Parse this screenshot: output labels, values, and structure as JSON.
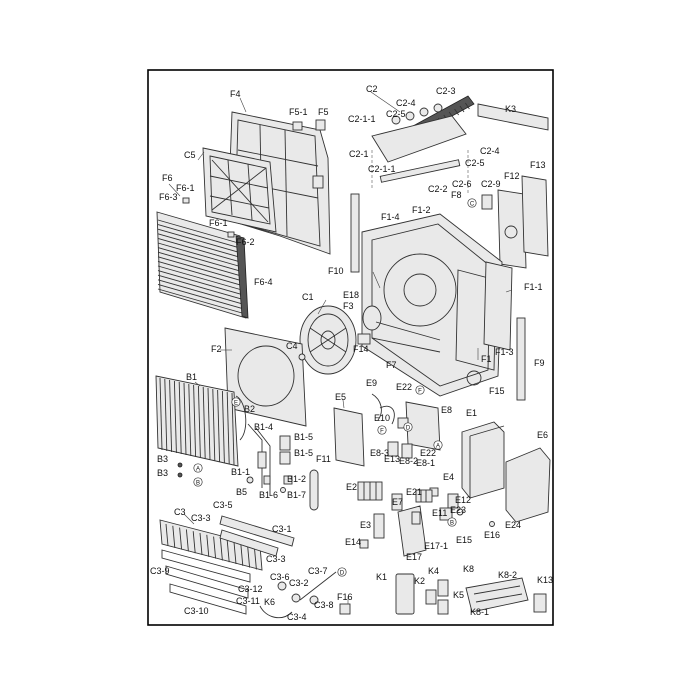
{
  "labels": [
    {
      "id": "F4",
      "text": "F4"
    },
    {
      "id": "F5-1",
      "text": "F5-1"
    },
    {
      "id": "F5",
      "text": "F5"
    },
    {
      "id": "C2",
      "text": "C2"
    },
    {
      "id": "C2-3",
      "text": "C2-3"
    },
    {
      "id": "C2-4a",
      "text": "C2-4"
    },
    {
      "id": "K3",
      "text": "K3"
    },
    {
      "id": "C2-1-1a",
      "text": "C2-1-1"
    },
    {
      "id": "C2-5a",
      "text": "C2-5"
    },
    {
      "id": "C2-4b",
      "text": "C2-4"
    },
    {
      "id": "C2-5b",
      "text": "C2-5"
    },
    {
      "id": "C2-1",
      "text": "C2-1"
    },
    {
      "id": "C2-1-1b",
      "text": "C2-1-1"
    },
    {
      "id": "C2-6",
      "text": "C2-6"
    },
    {
      "id": "F8",
      "text": "F8"
    },
    {
      "id": "C2-2",
      "text": "C2-2"
    },
    {
      "id": "C2-9",
      "text": "C2-9"
    },
    {
      "id": "F12",
      "text": "F12"
    },
    {
      "id": "F13",
      "text": "F13"
    },
    {
      "id": "C5",
      "text": "C5"
    },
    {
      "id": "F6",
      "text": "F6"
    },
    {
      "id": "F6-1a",
      "text": "F6-1"
    },
    {
      "id": "F6-3",
      "text": "F6-3"
    },
    {
      "id": "F6-1b",
      "text": "F6-1"
    },
    {
      "id": "F6-2",
      "text": "F6-2"
    },
    {
      "id": "F6-4",
      "text": "F6-4"
    },
    {
      "id": "F1-4",
      "text": "F1-4"
    },
    {
      "id": "F1-2",
      "text": "F1-2"
    },
    {
      "id": "F10",
      "text": "F10"
    },
    {
      "id": "F1-1",
      "text": "F1-1"
    },
    {
      "id": "E18",
      "text": "E18"
    },
    {
      "id": "F3",
      "text": "F3"
    },
    {
      "id": "C1",
      "text": "C1"
    },
    {
      "id": "F14",
      "text": "F14"
    },
    {
      "id": "F7",
      "text": "F7"
    },
    {
      "id": "F1",
      "text": "F1"
    },
    {
      "id": "F1-3",
      "text": "F1-3"
    },
    {
      "id": "F9",
      "text": "F9"
    },
    {
      "id": "F15",
      "text": "F15"
    },
    {
      "id": "F2",
      "text": "F2"
    },
    {
      "id": "C4",
      "text": "C4"
    },
    {
      "id": "B1",
      "text": "B1"
    },
    {
      "id": "B2",
      "text": "B2"
    },
    {
      "id": "E9",
      "text": "E9"
    },
    {
      "id": "E22a",
      "text": "E22"
    },
    {
      "id": "E5",
      "text": "E5"
    },
    {
      "id": "E8",
      "text": "E8"
    },
    {
      "id": "E1",
      "text": "E1"
    },
    {
      "id": "E10",
      "text": "E10"
    },
    {
      "id": "E6",
      "text": "E6"
    },
    {
      "id": "B1-4",
      "text": "B1-4"
    },
    {
      "id": "B1-5a",
      "text": "B1-5"
    },
    {
      "id": "B1-5b",
      "text": "B1-5"
    },
    {
      "id": "E8-3",
      "text": "E8-3"
    },
    {
      "id": "E8-2",
      "text": "E8-2"
    },
    {
      "id": "E22b",
      "text": "E22"
    },
    {
      "id": "E13",
      "text": "E13"
    },
    {
      "id": "E8-1",
      "text": "E8-1"
    },
    {
      "id": "B3a",
      "text": "B3"
    },
    {
      "id": "B3b",
      "text": "B3"
    },
    {
      "id": "F11",
      "text": "F11"
    },
    {
      "id": "B1-1",
      "text": "B1-1"
    },
    {
      "id": "B1-2",
      "text": "B1-2"
    },
    {
      "id": "E4",
      "text": "E4"
    },
    {
      "id": "B5",
      "text": "B5"
    },
    {
      "id": "B1-6",
      "text": "B1-6"
    },
    {
      "id": "B1-7",
      "text": "B1-7"
    },
    {
      "id": "E2",
      "text": "E2"
    },
    {
      "id": "E21",
      "text": "E21"
    },
    {
      "id": "E7",
      "text": "E7"
    },
    {
      "id": "E12",
      "text": "E12"
    },
    {
      "id": "C3",
      "text": "C3"
    },
    {
      "id": "C3-5",
      "text": "C3-5"
    },
    {
      "id": "C3-3a",
      "text": "C3-3"
    },
    {
      "id": "C3-1",
      "text": "C3-1"
    },
    {
      "id": "E23",
      "text": "E23"
    },
    {
      "id": "E11",
      "text": "E11"
    },
    {
      "id": "E3",
      "text": "E3"
    },
    {
      "id": "E24",
      "text": "E24"
    },
    {
      "id": "C3-3b",
      "text": "C3-3"
    },
    {
      "id": "E16",
      "text": "E16"
    },
    {
      "id": "E15",
      "text": "E15"
    },
    {
      "id": "E14",
      "text": "E14"
    },
    {
      "id": "E17-1",
      "text": "E17-1"
    },
    {
      "id": "E17",
      "text": "E17"
    },
    {
      "id": "C3-9",
      "text": "C3-9"
    },
    {
      "id": "C3-6",
      "text": "C3-6"
    },
    {
      "id": "C3-7",
      "text": "C3-7"
    },
    {
      "id": "K1",
      "text": "K1"
    },
    {
      "id": "K4",
      "text": "K4"
    },
    {
      "id": "K8",
      "text": "K8"
    },
    {
      "id": "K8-2",
      "text": "K8-2"
    },
    {
      "id": "K13",
      "text": "K13"
    },
    {
      "id": "C3-2",
      "text": "C3-2"
    },
    {
      "id": "C3-12",
      "text": "C3-12"
    },
    {
      "id": "C3-11",
      "text": "C3-11"
    },
    {
      "id": "K2",
      "text": "K2"
    },
    {
      "id": "K5",
      "text": "K5"
    },
    {
      "id": "F16",
      "text": "F16"
    },
    {
      "id": "C3-8",
      "text": "C3-8"
    },
    {
      "id": "K6",
      "text": "K6"
    },
    {
      "id": "C3-10",
      "text": "C3-10"
    },
    {
      "id": "C3-4",
      "text": "C3-4"
    },
    {
      "id": "K8-1",
      "text": "K8-1"
    }
  ],
  "connector_marks": [
    {
      "id": "mA1",
      "text": "A"
    },
    {
      "id": "mB1",
      "text": "B"
    },
    {
      "id": "mC1",
      "text": "C"
    },
    {
      "id": "mD1",
      "text": "D"
    },
    {
      "id": "mE1",
      "text": "E"
    },
    {
      "id": "mF1",
      "text": "F"
    },
    {
      "id": "mA2",
      "text": "A"
    },
    {
      "id": "mB2",
      "text": "B"
    },
    {
      "id": "mD2",
      "text": "D"
    },
    {
      "id": "mF2",
      "text": "F"
    }
  ]
}
